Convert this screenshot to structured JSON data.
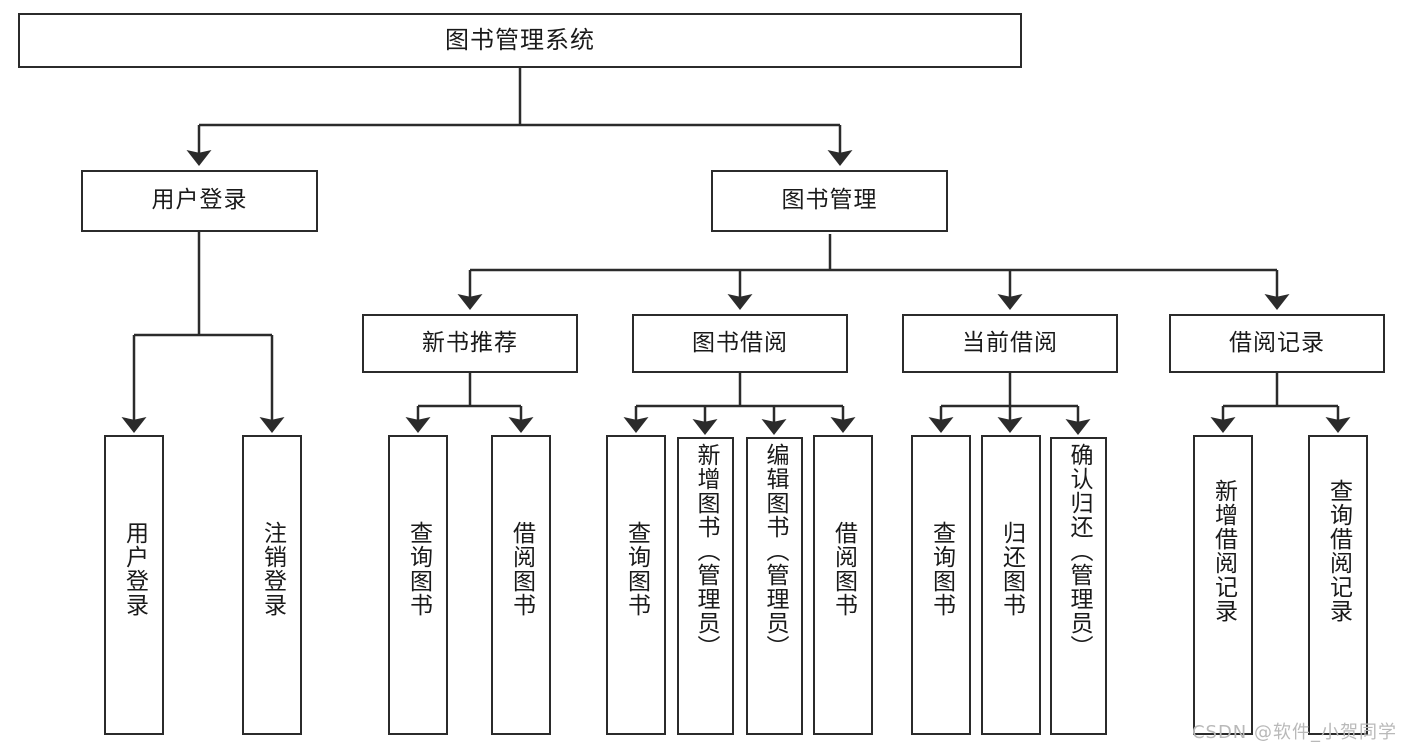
{
  "diagram": {
    "type": "tree",
    "title": "图书管理系统",
    "orientation": "top-down",
    "watermark": "CSDN @软件_小贺同学",
    "colors": {
      "stroke": "#2b2b2b",
      "fill": "#ffffff",
      "text": "#1a1a1a",
      "watermark": "#b9b9b9"
    }
  },
  "nodes": {
    "root": {
      "label": "图书管理系统"
    },
    "level2": [
      {
        "id": "user-login",
        "label": "用户登录"
      },
      {
        "id": "book-manage",
        "label": "图书管理"
      }
    ],
    "level3": [
      {
        "id": "new-book-rec",
        "label": "新书推荐",
        "parent": "book-manage"
      },
      {
        "id": "book-borrow",
        "label": "图书借阅",
        "parent": "book-manage"
      },
      {
        "id": "current-borrow",
        "label": "当前借阅",
        "parent": "book-manage"
      },
      {
        "id": "borrow-record",
        "label": "借阅记录",
        "parent": "book-manage"
      }
    ],
    "leaves": [
      {
        "id": "leaf-user-login",
        "label": "用户登录",
        "parent": "user-login"
      },
      {
        "id": "leaf-user-logout",
        "label": "注销登录",
        "parent": "user-login"
      },
      {
        "id": "leaf-query-book-1",
        "label": "查询图书",
        "parent": "new-book-rec"
      },
      {
        "id": "leaf-borrow-book-1",
        "label": "借阅图书",
        "parent": "new-book-rec"
      },
      {
        "id": "leaf-query-book-2",
        "label": "查询图书",
        "parent": "book-borrow"
      },
      {
        "id": "leaf-add-book",
        "label": "新增图书（管理员）",
        "parent": "book-borrow"
      },
      {
        "id": "leaf-edit-book",
        "label": "编辑图书（管理员）",
        "parent": "book-borrow"
      },
      {
        "id": "leaf-borrow-book-2",
        "label": "借阅图书",
        "parent": "book-borrow"
      },
      {
        "id": "leaf-query-book-3",
        "label": "查询图书",
        "parent": "current-borrow"
      },
      {
        "id": "leaf-return-book",
        "label": "归还图书",
        "parent": "current-borrow"
      },
      {
        "id": "leaf-confirm-return",
        "label": "确认归还（管理员）",
        "parent": "current-borrow"
      },
      {
        "id": "leaf-add-record",
        "label": "新增借阅记录",
        "parent": "borrow-record"
      },
      {
        "id": "leaf-query-record",
        "label": "查询借阅记录",
        "parent": "borrow-record"
      }
    ]
  }
}
